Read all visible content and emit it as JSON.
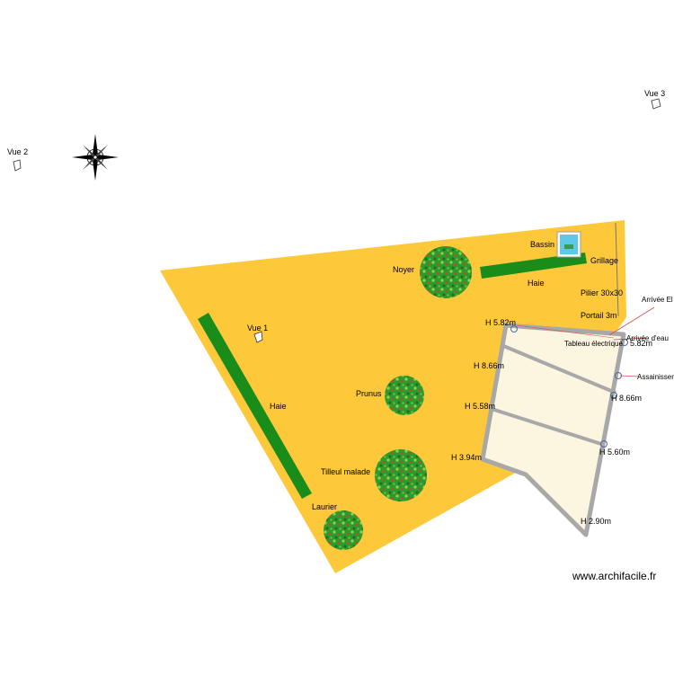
{
  "labels": {
    "vue1": "Vue 1",
    "vue2": "Vue 2",
    "vue3": "Vue 3",
    "noyer": "Noyer",
    "prunus": "Prunus",
    "tilleul": "Tilleul malade",
    "laurier": "Laurier",
    "haie_left": "Haie",
    "haie_top": "Haie",
    "bassin": "Bassin",
    "grillage": "Grillage",
    "pilier": "Pilier 30x30",
    "portail": "Portail 3m",
    "arrivee_el": "Arrivée El",
    "arrivee_eau": "Arrivée d'eau",
    "tableau": "Tableau électrique",
    "assainissement": "Assainissem"
  },
  "heights": {
    "h1": "H 5.82m",
    "h2": "5.82m",
    "h3": "H 8.66m",
    "h4": "H 8.66m",
    "h5": "H 5.58m",
    "h6": "H 5.60m",
    "h7": "H 3.94m",
    "h8": "H 2.90m"
  },
  "footer": {
    "site": "www.archifacile.fr"
  },
  "colors": {
    "plot": "#fdc93a",
    "hedge": "#1a8c1a",
    "building_fill": "#fcf6e0",
    "building_wall": "#a8a8a8",
    "pool": "#5ec8e8"
  },
  "icons": {
    "compass": "compass-rose-icon",
    "camera": "camera-view-icon"
  }
}
